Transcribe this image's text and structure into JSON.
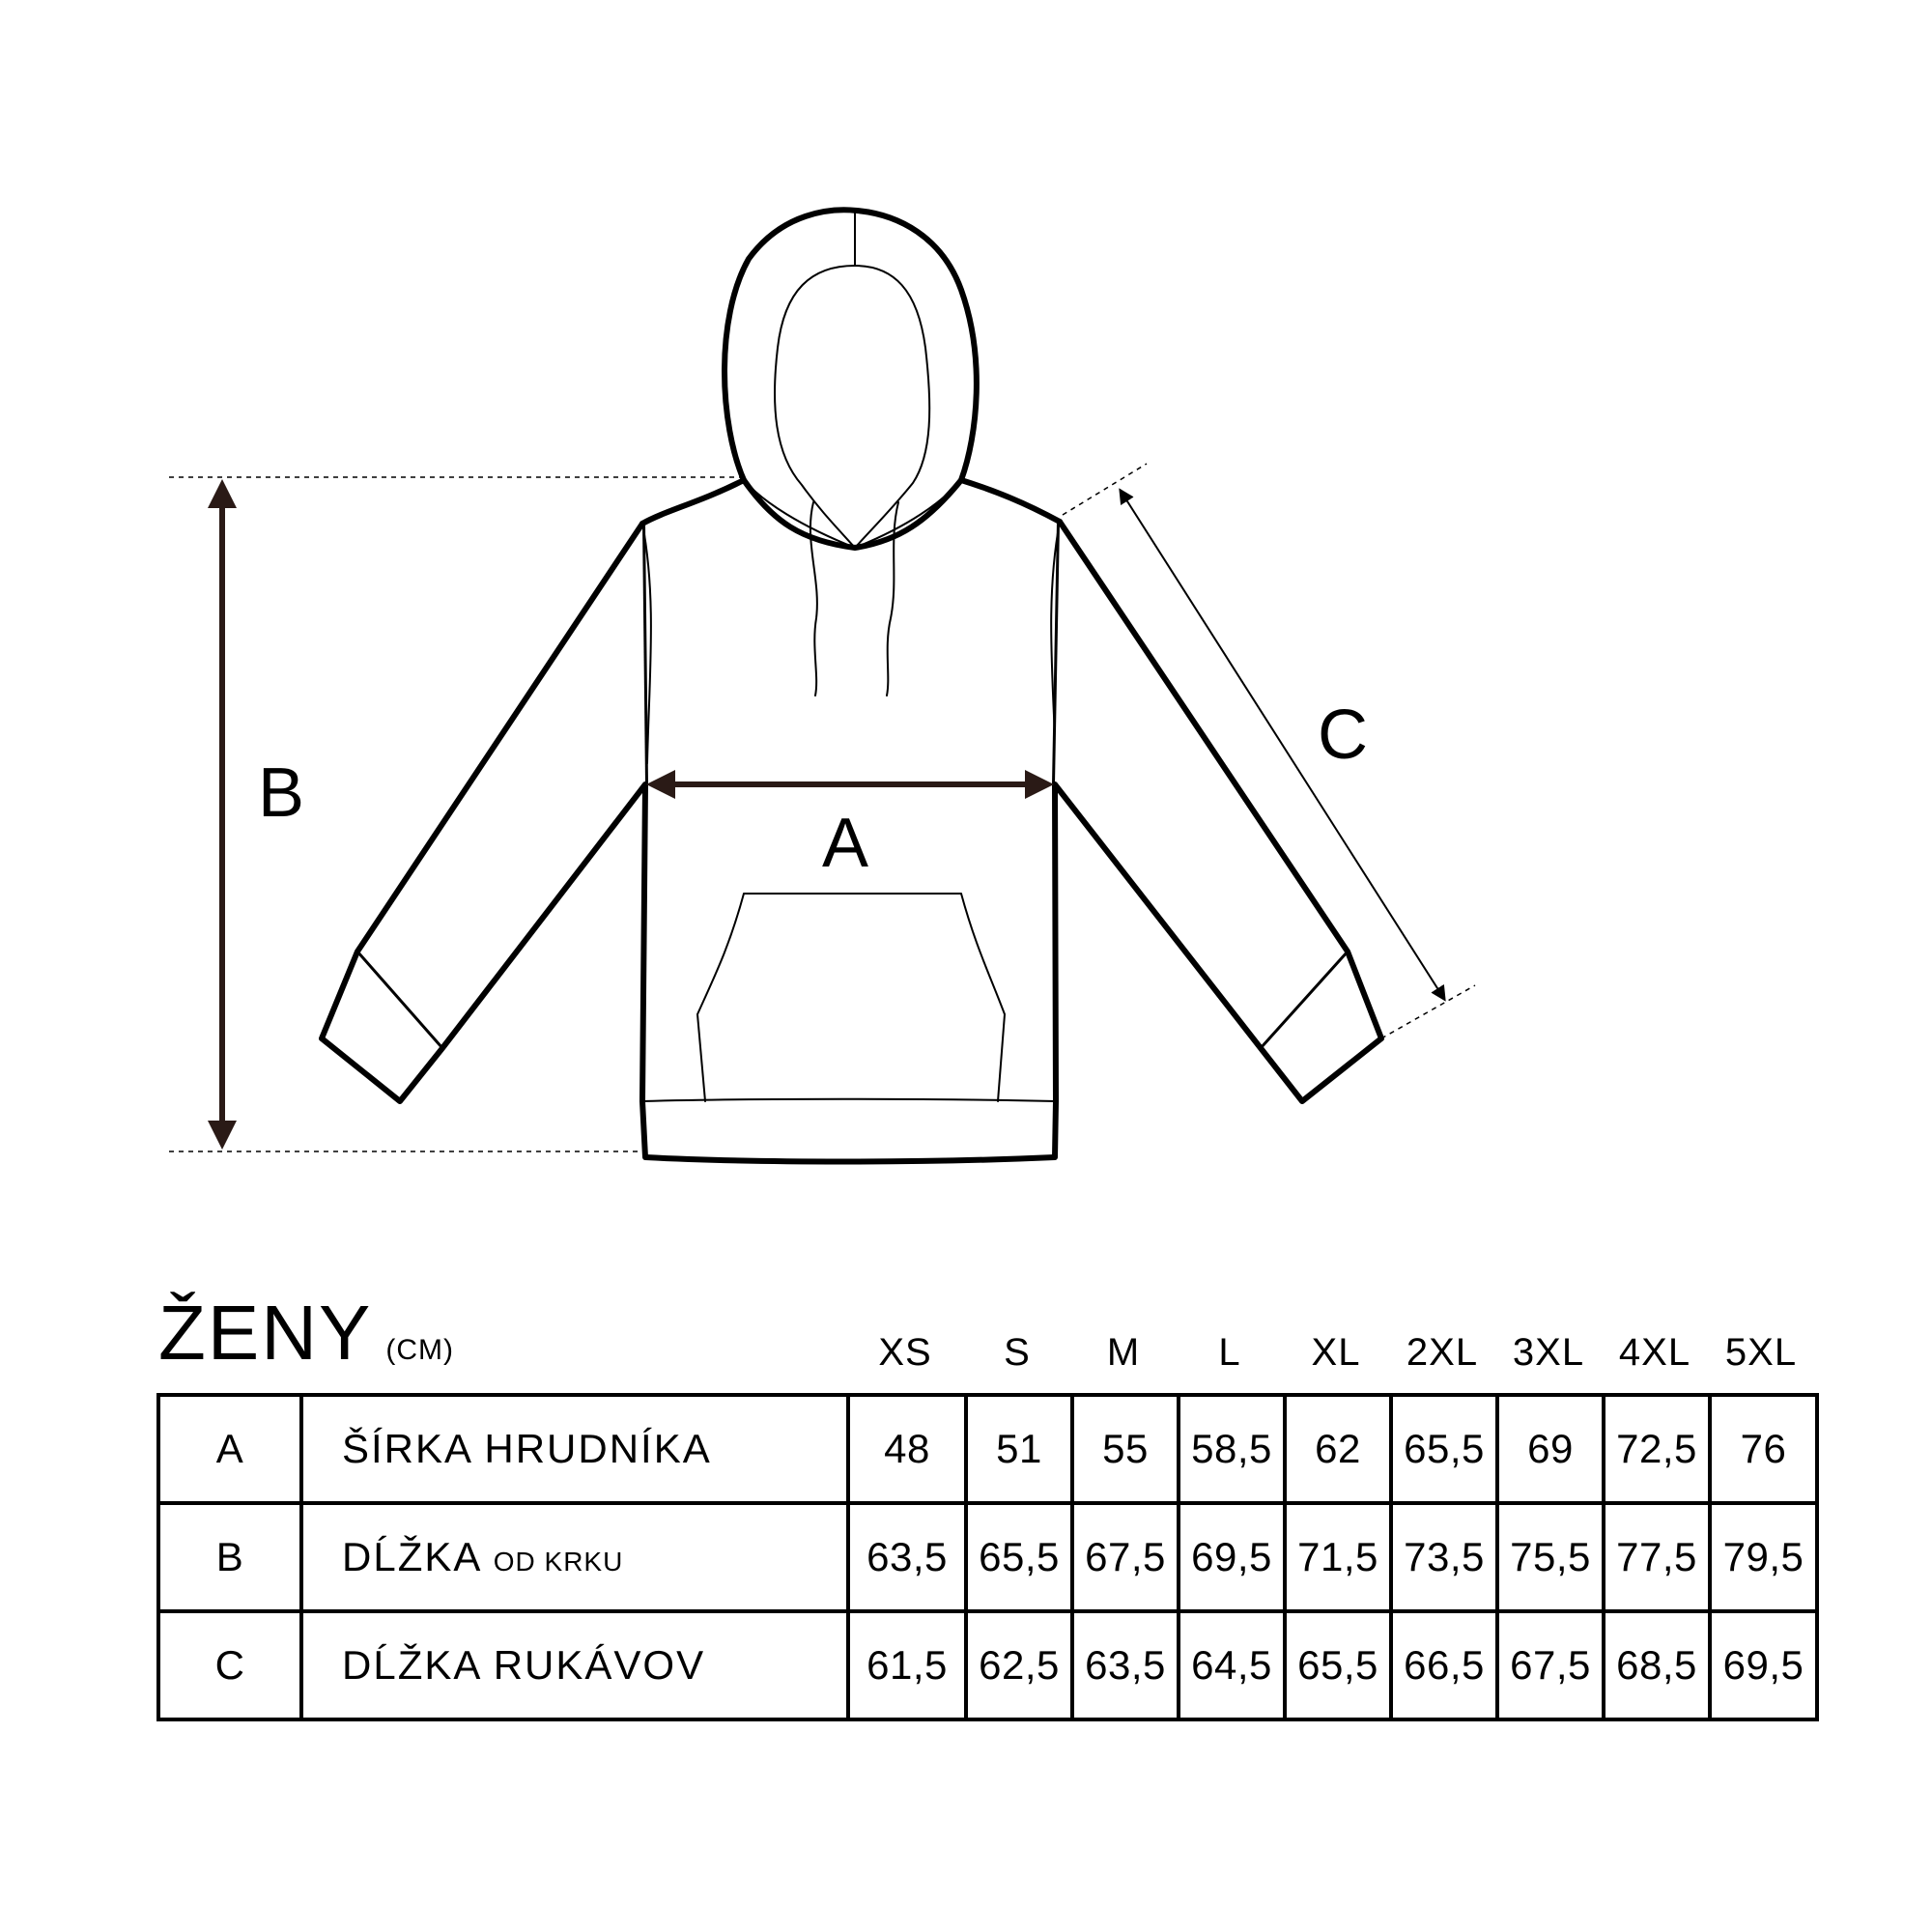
{
  "diagram": {
    "label_a": "A",
    "label_b": "B",
    "label_c": "C"
  },
  "table": {
    "title": "ŽENY",
    "unit": "(CM)",
    "sizes": [
      "XS",
      "S",
      "M",
      "L",
      "XL",
      "2XL",
      "3XL",
      "4XL",
      "5XL"
    ],
    "rows": [
      {
        "id": "A",
        "name": "ŠÍRKA HRUDNÍKA",
        "name_suffix": "",
        "values": [
          "48",
          "51",
          "55",
          "58,5",
          "62",
          "65,5",
          "69",
          "72,5",
          "76"
        ]
      },
      {
        "id": "B",
        "name": "DĹŽKA",
        "name_suffix": "OD KRKU",
        "values": [
          "63,5",
          "65,5",
          "67,5",
          "69,5",
          "71,5",
          "73,5",
          "75,5",
          "77,5",
          "79,5"
        ]
      },
      {
        "id": "C",
        "name": "DĹŽKA RUKÁVOV",
        "name_suffix": "",
        "values": [
          "61,5",
          "62,5",
          "63,5",
          "64,5",
          "65,5",
          "66,5",
          "67,5",
          "68,5",
          "69,5"
        ]
      }
    ]
  }
}
